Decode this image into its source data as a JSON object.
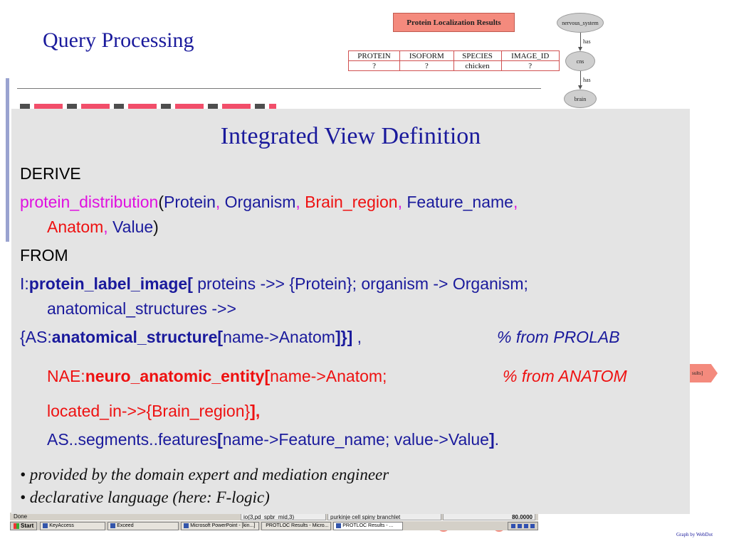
{
  "slide": {
    "title": "Query Processing"
  },
  "results_box": {
    "label": "Protein Localization Results"
  },
  "query_table": {
    "headers": [
      "PROTEIN",
      "ISOFORM",
      "SPECIES",
      "IMAGE_ID"
    ],
    "row": [
      "?",
      "?",
      "chicken",
      "?"
    ]
  },
  "graph": {
    "nodes": [
      "nervous_system",
      "cns",
      "brain"
    ],
    "edges": [
      "has",
      "has"
    ],
    "results_arrow_label": "sults]",
    "credit": "Graph by WebDot"
  },
  "statusbar": {
    "left": "Done",
    "cells": [
      "io(3,pd_spbr_mid,3)",
      "purkinje cell spiny branchlet",
      "80.0000"
    ]
  },
  "taskbar": {
    "start": "Start",
    "tasks": [
      "KeyAccess",
      "Exceed",
      "Microsoft PowerPoint - [kin...]",
      "PROTLOC Results - Micro...",
      "PROTLOC Results - ..."
    ]
  },
  "panel": {
    "title": "Integrated View Definition",
    "derive": "DERIVE",
    "pd_name": "protein_distribution",
    "pd_open": "(",
    "arg_protein": "Protein",
    "arg_organism": "Organism",
    "arg_brain_region": "Brain_region",
    "arg_feature_name": "Feature_name",
    "comma": ",",
    "arg_anatom": "Anatom",
    "arg_value": "Value",
    "pd_close": ")",
    "from": "FROM",
    "i_prefix": "I:",
    "pli_name": "protein_label_image[",
    "pli_rest": " proteins ->> {Protein}; organism -> Organism;",
    "anat_line": "anatomical_structures ->>",
    "as_prefix": "{AS:",
    "as_name": "anatomical_structure[",
    "as_rest": "name->Anatom",
    "as_close": "]}]",
    "as_tail": " ,",
    "comment_prolab": "% from PROLAB",
    "nae_prefix": "NAE:",
    "nae_name": "neuro_anatomic_entity[",
    "nae_rest": "name->Anatom;",
    "comment_anatom": "% from ANATOM",
    "located": " located_in->>{Brain_region}",
    "located_close": "],",
    "seg_text": "AS..segments..features",
    "seg_open": "[",
    "seg_rest": "name->Feature_name; value->Value",
    "seg_close": "]",
    "seg_end": ".",
    "bullet1": "• provided by the domain expert and mediation engineer",
    "bullet2": "• declarative language (here: F-logic)"
  }
}
